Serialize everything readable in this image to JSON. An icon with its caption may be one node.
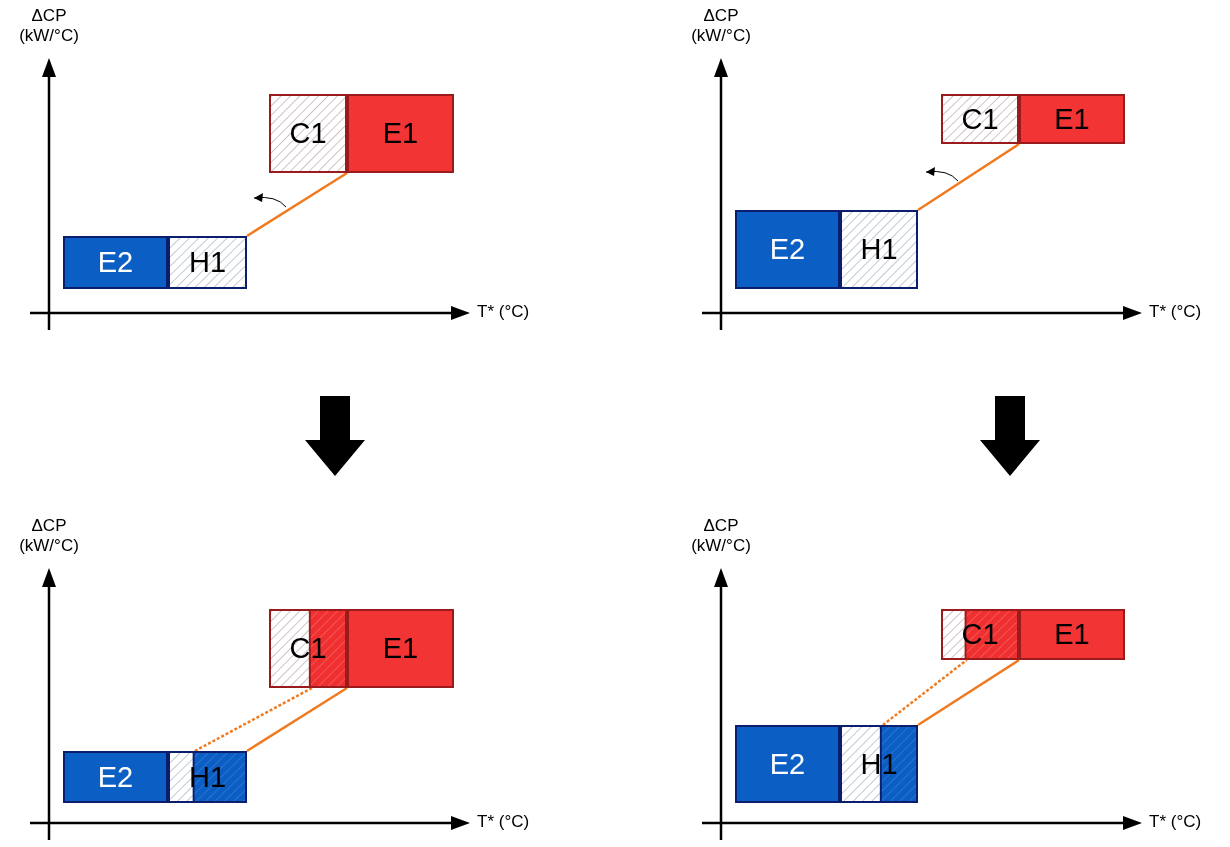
{
  "diagram": {
    "nodes": [
      {
        "text": [
          "C1"
        ]
      },
      {
        "text": [
          "E1"
        ]
      },
      {
        "text": [
          "E2"
        ]
      },
      {
        "text": [
          "H1"
        ]
      },
      {
        "text": [
          "C1"
        ]
      },
      {
        "text": [
          "E1"
        ]
      },
      {
        "text": [
          "E2"
        ]
      },
      {
        "text": [
          "H1"
        ]
      },
      {
        "text": [
          "C1"
        ]
      },
      {
        "text": [
          "E1"
        ]
      },
      {
        "text": [
          "E2"
        ]
      },
      {
        "text": [
          "H1"
        ]
      },
      {
        "text": [
          "C1"
        ]
      },
      {
        "text": [
          "E1"
        ]
      },
      {
        "text": [
          "E2"
        ]
      },
      {
        "text": [
          "H1"
        ]
      }
    ],
    "edges": [
      {
        "from": 3,
        "to": 0,
        "arrow": "none"
      },
      {
        "from": 7,
        "to": 4,
        "arrow": "none"
      },
      {
        "from": 11,
        "to": 8,
        "arrow": "none",
        "style": "dashed"
      },
      {
        "from": 11,
        "to": 9,
        "arrow": "none"
      },
      {
        "from": 15,
        "to": 12,
        "arrow": "none",
        "style": "dashed"
      },
      {
        "from": 15,
        "to": 13,
        "arrow": "none"
      }
    ],
    "labels": [
      "ΔCP (kW/°C)",
      "T* (°C)",
      "ΔCP (kW/°C)",
      "T* (°C)",
      "ΔCP (kW/°C)",
      "T* (°C)",
      "ΔCP (kW/°C)",
      "T* (°C)"
    ]
  }
}
